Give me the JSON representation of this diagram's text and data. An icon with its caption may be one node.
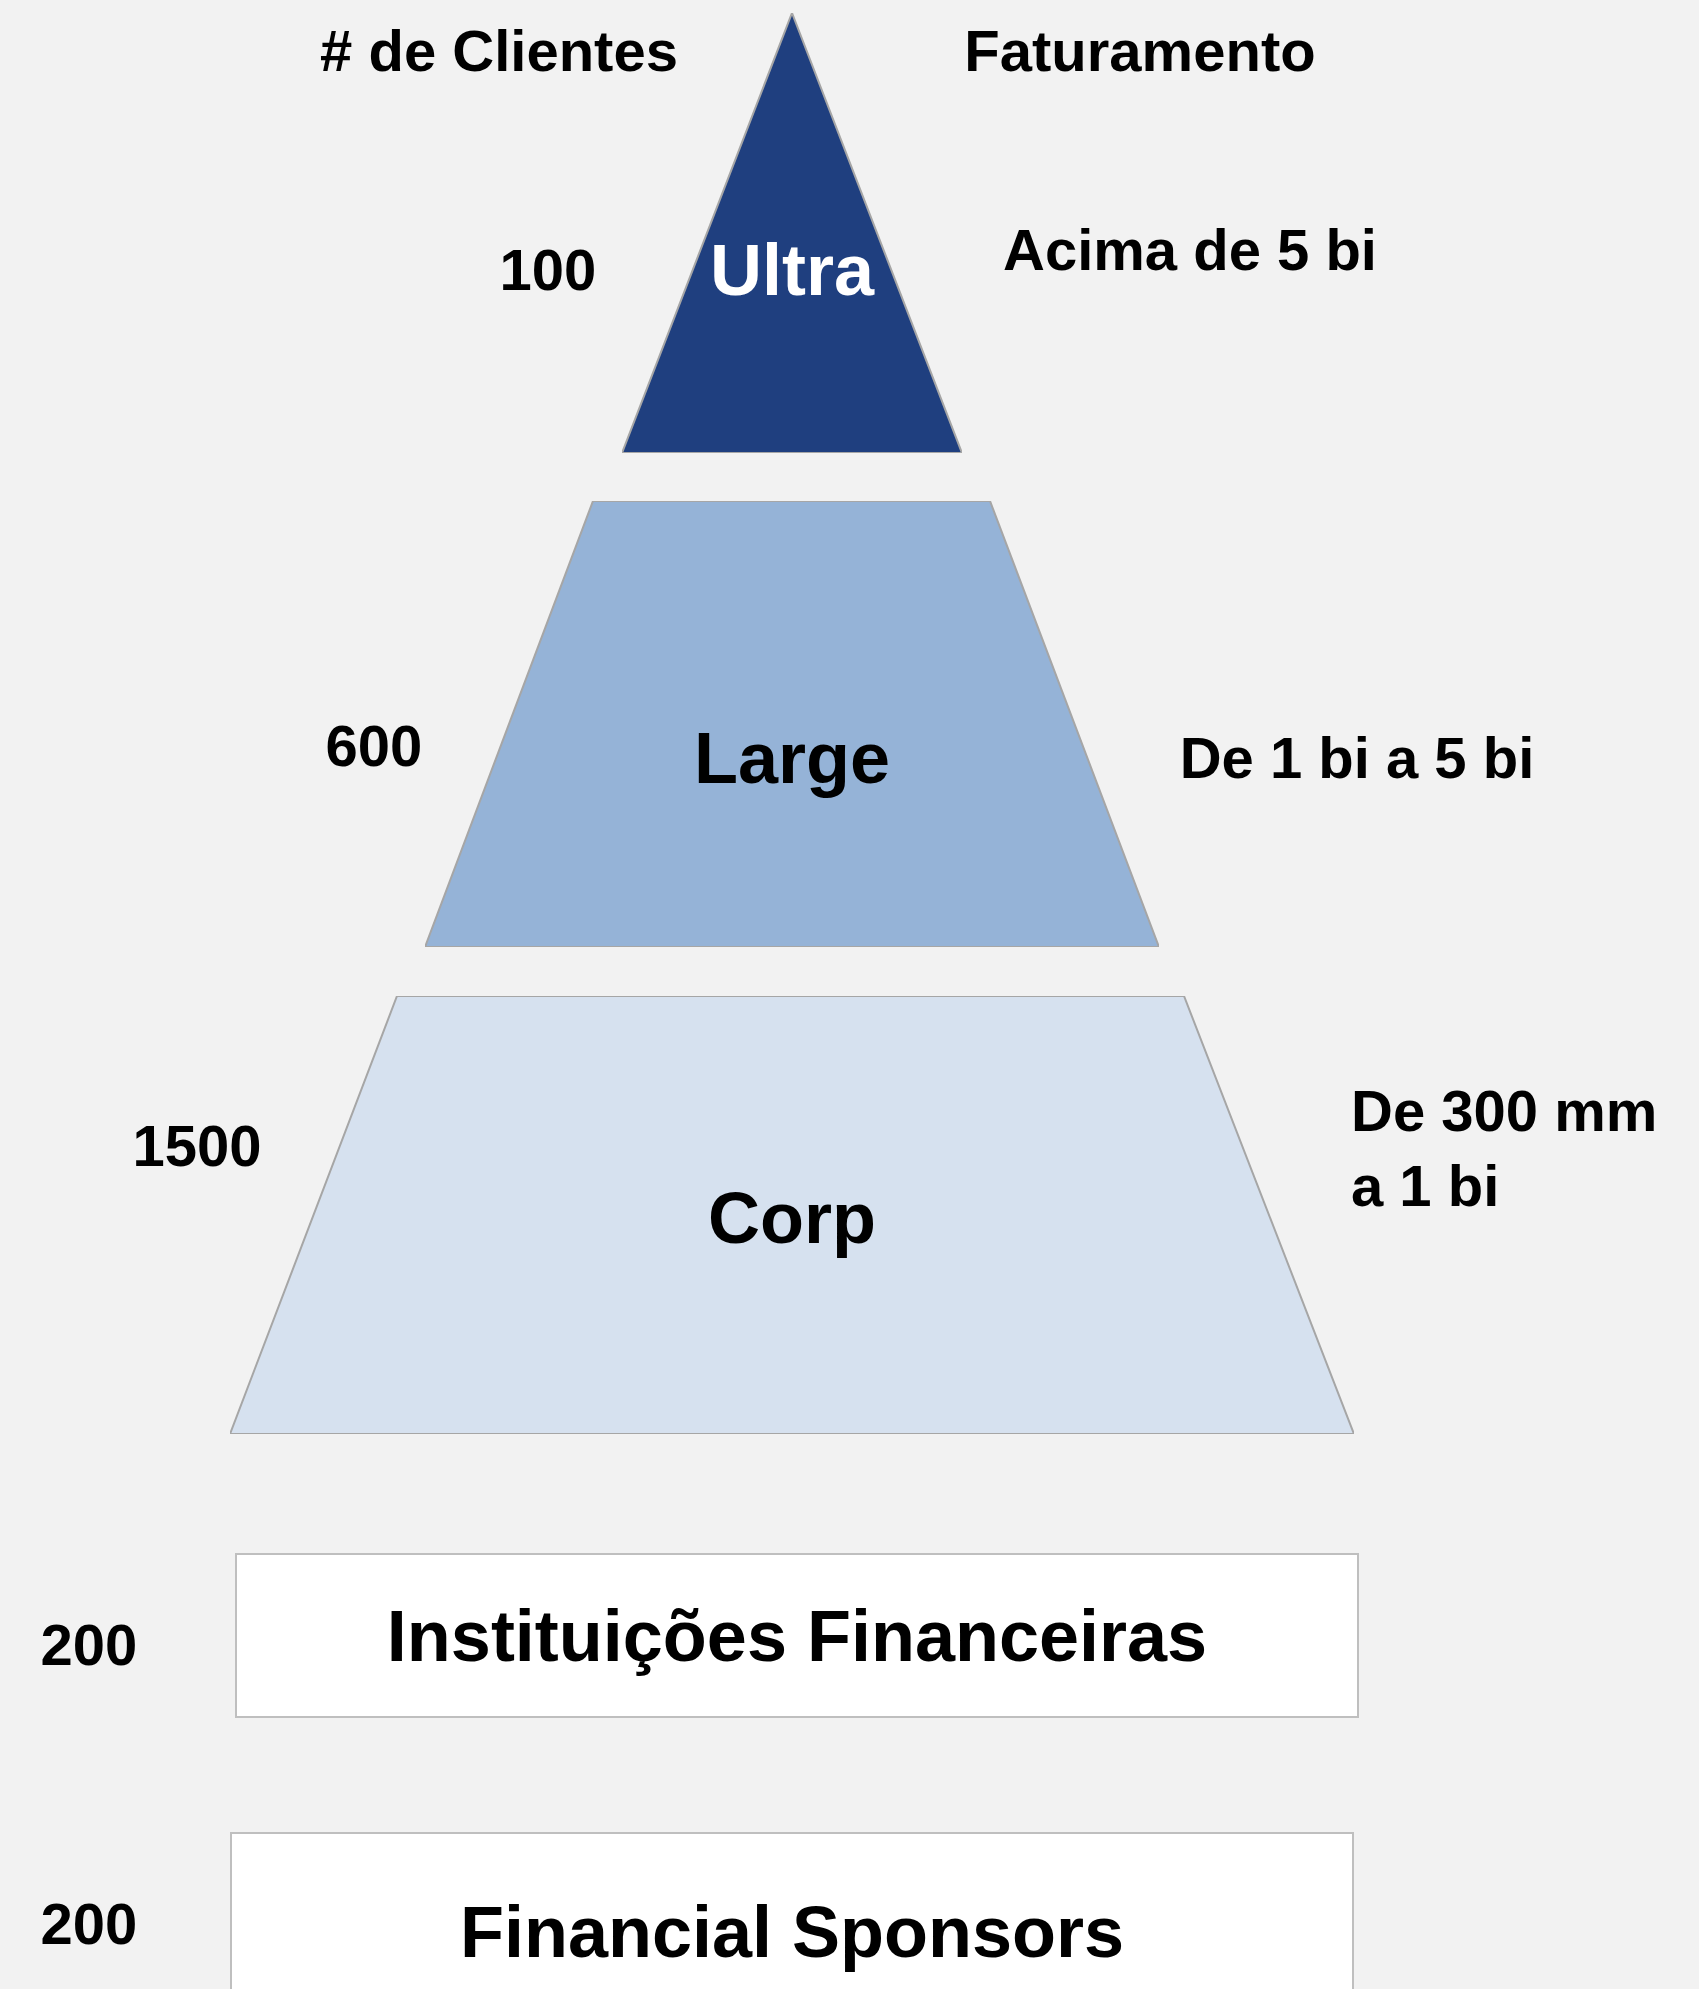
{
  "diagram": {
    "nodes": [
      {
        "text": [
          "Ultra"
        ],
        "beside": [
          "100",
          "Acima de 5 bi"
        ]
      },
      {
        "text": [
          "Large"
        ],
        "beside": [
          "600",
          "De 1 bi a 5 bi"
        ]
      },
      {
        "text": [
          "Corp"
        ],
        "beside": [
          "1500",
          "De 300 mm a 1 bi"
        ]
      },
      {
        "text": [
          "Instituições Financeiras"
        ],
        "beside": [
          "200"
        ]
      },
      {
        "text": [
          "Financial Sponsors"
        ],
        "beside": [
          "200"
        ]
      }
    ],
    "labels": [
      "# de Clientes",
      "Faturamento"
    ]
  }
}
